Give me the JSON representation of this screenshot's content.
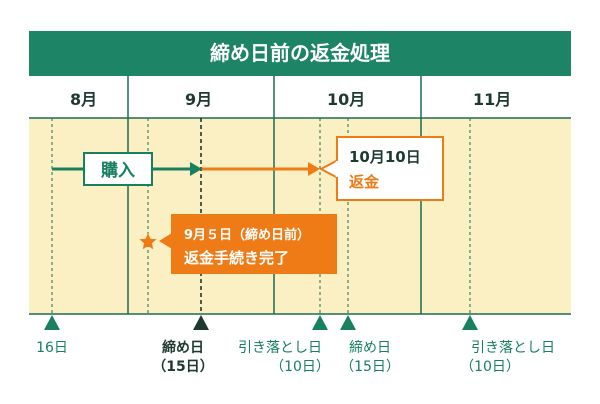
{
  "title": "締め日前の返金処理",
  "months": [
    "8月",
    "9月",
    "10月",
    "11月"
  ],
  "purchase_label": "購入",
  "refund_box": {
    "line1": "10月10日",
    "line2": "返金"
  },
  "procedure_box": {
    "line1": "9月５日（締め日前）",
    "line2": "返金手続き完了"
  },
  "markers": [
    {
      "label1": "16日",
      "label2": "",
      "bold": false,
      "color": "#17805f"
    },
    {
      "label1": "締め日",
      "label2": "（15日）",
      "bold": true,
      "color": "#1e3a2f"
    },
    {
      "label1": "引き落とし日",
      "label2": "（10日）",
      "bold": false,
      "color": "#17805f"
    },
    {
      "label1": "締め日",
      "label2": "（15日）",
      "bold": false,
      "color": "#17805f"
    },
    {
      "label1": "引き落とし日",
      "label2": "（10日）",
      "bold": false,
      "color": "#17805f"
    }
  ],
  "colors": {
    "header": "#1e8466",
    "background": "#fbf0c4",
    "lines": "#1e6b54",
    "teal": "#17805f",
    "orange": "#ee7b16",
    "dark": "#1e3a2f"
  }
}
